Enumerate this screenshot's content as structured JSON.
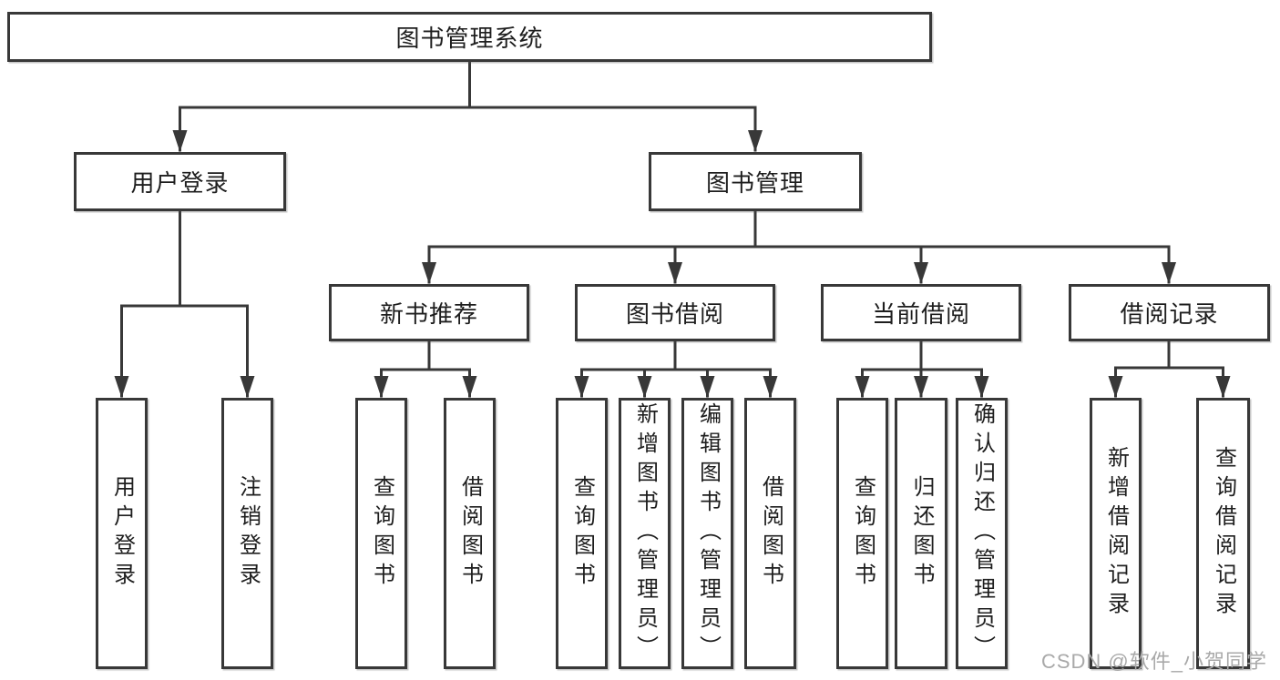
{
  "diagram": {
    "root": {
      "label": "图书管理系统"
    },
    "level2": [
      {
        "label": "用户登录"
      },
      {
        "label": "图书管理"
      }
    ],
    "level3": [
      {
        "label": "新书推荐",
        "parent": "图书管理"
      },
      {
        "label": "图书借阅",
        "parent": "图书管理"
      },
      {
        "label": "当前借阅",
        "parent": "图书管理"
      },
      {
        "label": "借阅记录",
        "parent": "图书管理"
      }
    ],
    "leaves": [
      {
        "label": "用户登录",
        "parent": "用户登录"
      },
      {
        "label": "注销登录",
        "parent": "用户登录"
      },
      {
        "label": "查询图书",
        "parent": "新书推荐"
      },
      {
        "label": "借阅图书",
        "parent": "新书推荐"
      },
      {
        "label": "查询图书",
        "parent": "图书借阅"
      },
      {
        "label": "新增图书（管理员）",
        "parent": "图书借阅"
      },
      {
        "label": "编辑图书（管理员）",
        "parent": "图书借阅"
      },
      {
        "label": "借阅图书",
        "parent": "图书借阅"
      },
      {
        "label": "查询图书",
        "parent": "当前借阅"
      },
      {
        "label": "归还图书",
        "parent": "当前借阅"
      },
      {
        "label": "确认归还（管理员）",
        "parent": "当前借阅"
      },
      {
        "label": "新增借阅记录",
        "parent": "借阅记录"
      },
      {
        "label": "查询借阅记录",
        "parent": "借阅记录"
      }
    ]
  },
  "watermark": {
    "text": "CSDN @软件_小贺同学"
  },
  "colors": {
    "line": "#383838",
    "box_border": "#383838",
    "text": "#1e1e1e",
    "watermark": "#a9a9a9",
    "background": "#ffffff"
  }
}
